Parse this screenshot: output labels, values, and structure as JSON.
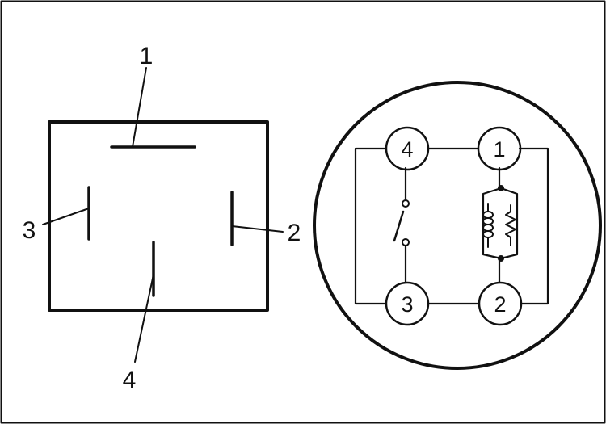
{
  "diagram": {
    "relay_pins": {
      "top": "1",
      "right": "2",
      "left": "3",
      "bottom": "4"
    },
    "circuit_pins": {
      "top_left": "4",
      "top_right": "1",
      "bottom_left": "3",
      "bottom_right": "2"
    },
    "colors": {
      "ink": "#111111",
      "background": "#ffffff"
    }
  }
}
